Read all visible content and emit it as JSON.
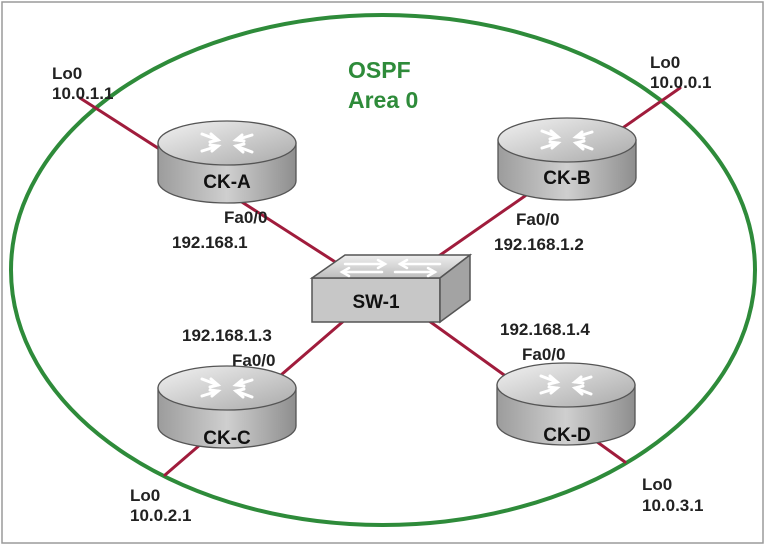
{
  "ospf": {
    "line1": "OSPF",
    "line2": "Area 0"
  },
  "switch": {
    "name": "SW-1"
  },
  "routers": [
    {
      "name": "CK-A",
      "lo_label": "Lo0",
      "lo_ip": "10.0.1.1",
      "if_label": "Fa0/0",
      "if_ip": "192.168.1"
    },
    {
      "name": "CK-B",
      "lo_label": "Lo0",
      "lo_ip": "10.0.0.1",
      "if_label": "Fa0/0",
      "if_ip": "192.168.1.2"
    },
    {
      "name": "CK-C",
      "lo_label": "Lo0",
      "lo_ip": "10.0.2.1",
      "if_label": "Fa0/0",
      "if_ip": "192.168.1.3"
    },
    {
      "name": "CK-D",
      "lo_label": "Lo0",
      "lo_ip": "10.0.3.1",
      "if_label": "Fa0/0",
      "if_ip": "192.168.1.4"
    }
  ],
  "colors": {
    "area_border": "#2e8b3a",
    "link": "#a01c3c",
    "router_body": "#b9b9b9",
    "switch_body": "#c7c7c7"
  }
}
